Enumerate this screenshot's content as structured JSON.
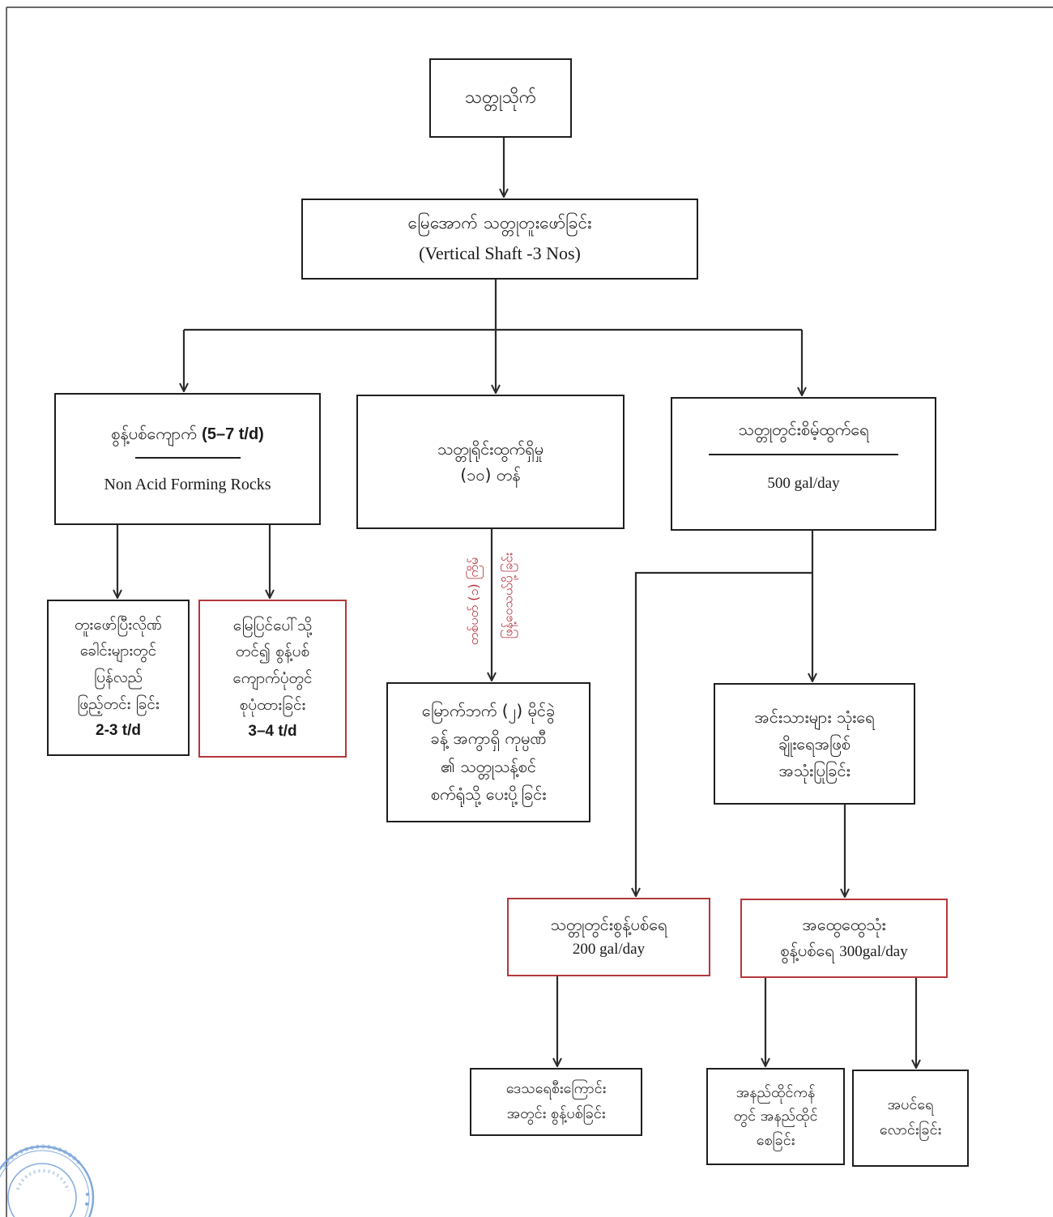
{
  "colors": {
    "border": "#1e1e1e",
    "highlight": "#b3373b",
    "annotation": "#b02a33",
    "stamp": "#6d9bd6",
    "line": "#2b2b2b"
  },
  "nodes": {
    "ore_deposit": {
      "lines": [
        "သတ္တုသိုက်"
      ]
    },
    "underground_mining": {
      "lines": [
        "မြေအောက် သတ္တုတူးဖော်ခြင်း",
        "(Vertical Shaft -3 Nos)"
      ]
    },
    "waste_rock": {
      "title": "စွန့်ပစ်ကျောက်",
      "rate": "(5–7 t/d)",
      "subtitle": "Non Acid Forming Rocks"
    },
    "ore_output": {
      "lines": [
        "သတ္တုရိုင်းထွက်ရှိမှု",
        "(၁၀) တန်"
      ]
    },
    "mine_seepage": {
      "title": "သတ္တုတွင်းစိမ့်ထွက်ရေ",
      "subtitle": "500 gal/day"
    },
    "backfill": {
      "lines": [
        "တူးဖော်ပြီးလိုဏ်",
        "ခေါင်းများတွင်",
        "ပြန်လည်",
        "ဖြည့်တင်း ခြင်း",
        "2-3 t/d"
      ]
    },
    "surface_dump": {
      "lines": [
        "မြေပြင်ပေါ်သို့",
        "တင်၍ စွန့်ပစ်",
        "ကျောက်ပုံတွင်",
        "စုပုံထားခြင်း",
        "3–4 t/d"
      ]
    },
    "transport_note": {
      "lines": [
        "တစ်ပတ် (၁) ကြိမ်",
        "ဖြန့်ဝေသယ်ပို့ခြင်း"
      ]
    },
    "processing_plant": {
      "lines": [
        "မြောက်ဘက် (၂) မိုင်ခွဲ",
        "ခန့် အကွာရှိ ကုမ္ပဏီ",
        "၏ သတ္တုသန့်စင်",
        "စက်ရုံသို့ ပေးပို့ခြင်း"
      ]
    },
    "resident_use": {
      "lines": [
        "အင်းသားများ သုံးရေ",
        "ချိုးရေအဖြစ်",
        "အသုံးပြုခြင်း"
      ]
    },
    "mine_wastewater": {
      "lines": [
        "သတ္တုတွင်းစွန့်ပစ်ရေ",
        "200 gal/day"
      ]
    },
    "general_wastewater": {
      "title": "အထွေထွေသုံး",
      "prefix": "စွန့်ပစ်ရေ",
      "rate": "300gal/day"
    },
    "stream_discharge": {
      "lines": [
        "ဒေသရေစီးကြောင်း",
        "အတွင်း စွန့်ပစ်ခြင်း"
      ]
    },
    "settling_pond": {
      "lines": [
        "အနည်ထိုင်ကန်",
        "တွင် အနည်ထိုင်",
        "စေခြင်း"
      ]
    },
    "plant_watering": {
      "lines": [
        "အပင်ရေ",
        "လောင်းခြင်း"
      ]
    }
  }
}
